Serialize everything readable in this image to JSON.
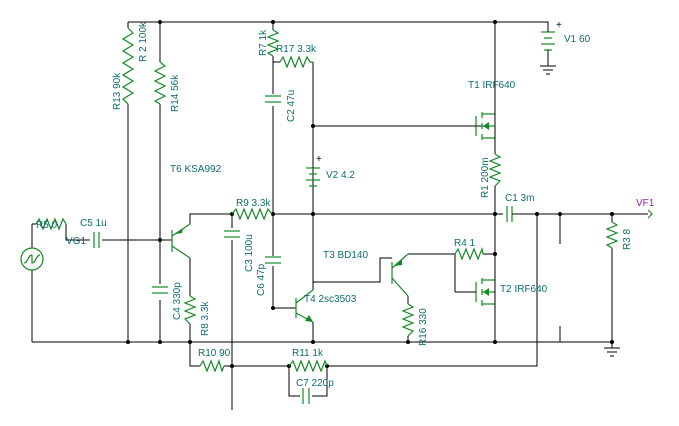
{
  "colors": {
    "wire": "#000000",
    "component": "#138a24",
    "label": "#0e6e6e",
    "probe": "#9a1aa0",
    "background": "#ffffff"
  },
  "labels": {
    "R1": "R1 200m",
    "R2": "R 2 100k",
    "R3": "R3 8",
    "R4": "R4 1",
    "R5": "R5 0",
    "R7": "R7 1k",
    "R8": "R8 3.3k",
    "R9": "R9 3.3k",
    "R10": "R10 90",
    "R11": "R11 1k",
    "R13": "R13 90k",
    "R14": "R14 56k",
    "R16": "R16 330",
    "R17": "R17 3.3k",
    "C1": "C1 3m",
    "C2": "C2 47u",
    "C3": "C3 100u",
    "C4": "C4 330p",
    "C5": "C5 1u",
    "C6": "C6 47p",
    "C7": "C7 220p",
    "V1": "V1 60",
    "V2": "V2 4.2",
    "VG1": "VG1",
    "VF1": "VF1",
    "T1": "T1 IRF640",
    "T2": "T2 IRF640",
    "T3": "T3 BD140",
    "T4": "T4 2sc3503",
    "T6": "T6 KSA992",
    "plus_v1": "+",
    "plus_v2": "+"
  }
}
